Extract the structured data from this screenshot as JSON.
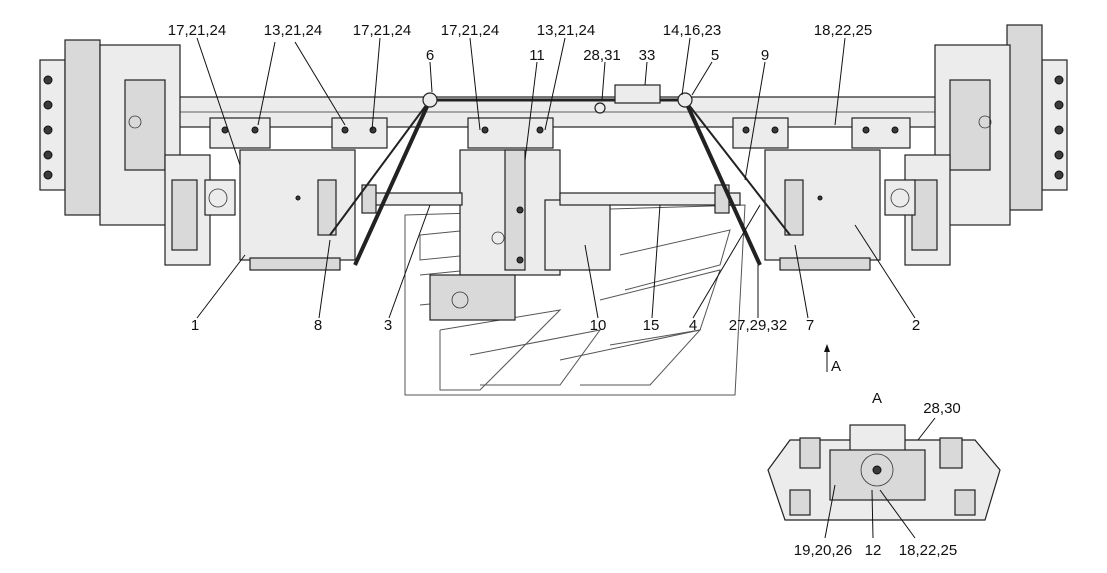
{
  "callouts": {
    "c_17_21_24_a": "17,21,24",
    "c_13_21_24_a": "13,21,24",
    "c_17_21_24_b": "17,21,24",
    "c_17_21_24_c": "17,21,24",
    "c_13_21_24_b": "13,21,24",
    "c_14_16_23": "14,16,23",
    "c_18_22_25_top": "18,22,25",
    "c_6": "6",
    "c_11": "11",
    "c_28_31": "28,31",
    "c_33": "33",
    "c_5": "5",
    "c_9": "9",
    "c_1": "1",
    "c_8": "8",
    "c_3": "3",
    "c_10": "10",
    "c_15": "15",
    "c_4": "4",
    "c_27_29_32": "27,29,32",
    "c_7": "7",
    "c_2": "2",
    "c_A_arrow": "A",
    "c_A_view": "A",
    "c_28_30": "28,30",
    "c_19_20_26": "19,20,26",
    "c_12": "12",
    "c_18_22_25_bottom": "18,22,25"
  }
}
